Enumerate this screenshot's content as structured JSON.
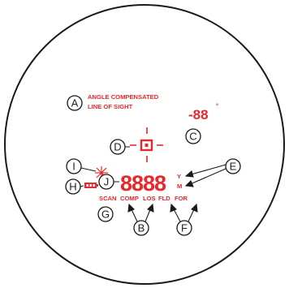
{
  "colors": {
    "display_red": "#e8282b",
    "outline": "#1a1a1a",
    "background": "#ffffff"
  },
  "angle_label": {
    "line1": "ANGLE COMPENSATED",
    "line2": "LINE OF SIGHT"
  },
  "angle_readout": {
    "value": "-88",
    "unit": "°"
  },
  "distance_readout": {
    "value": "8888",
    "unit_yards": "Y",
    "unit_meters": "M"
  },
  "mode_labels": [
    "SCAN",
    "COMP",
    "LOS",
    "FLD",
    "FOR"
  ],
  "callouts": {
    "A": "A",
    "B": "B",
    "C": "C",
    "D": "D",
    "E": "E",
    "F": "F",
    "G": "G",
    "H": "H",
    "I": "I",
    "J": "J"
  },
  "icons": {
    "reticle": "crosshair-reticle-icon",
    "battery": "battery-icon",
    "laser": "laser-active-icon"
  }
}
